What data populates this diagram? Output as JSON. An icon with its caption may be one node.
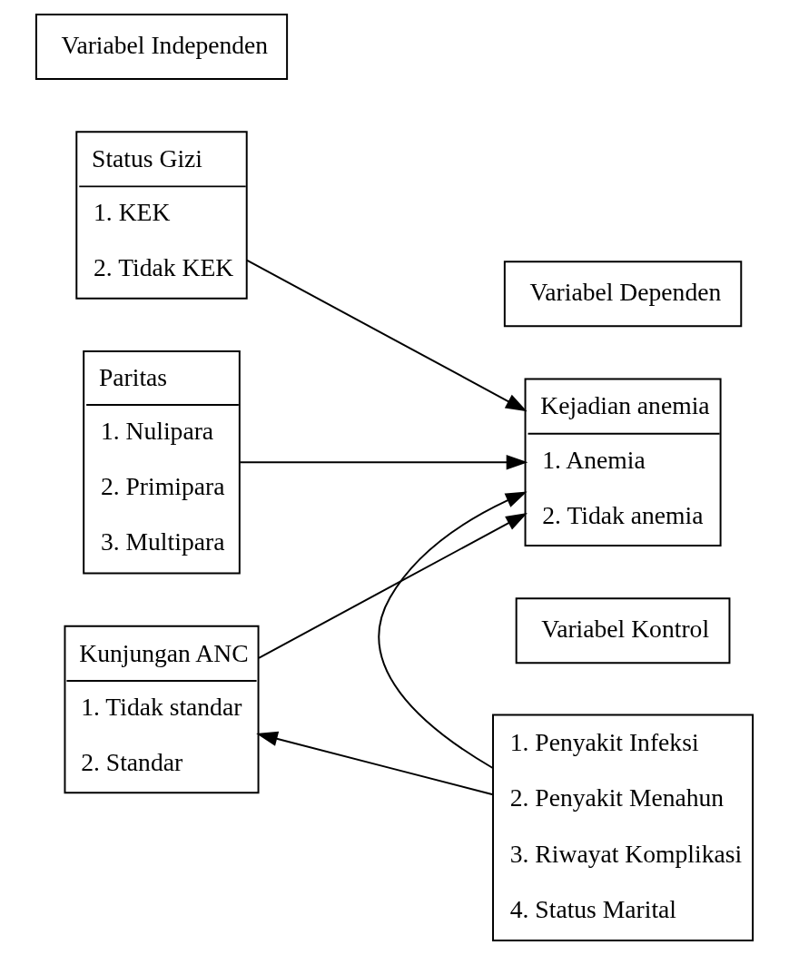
{
  "diagram": {
    "nodes": [
      {
        "text": [
          "Variabel Independen"
        ]
      },
      {
        "text": [
          "Variabel Dependen"
        ]
      },
      {
        "text": [
          "Status Gizi",
          "1. KEK",
          "2. Tidak KEK"
        ]
      },
      {
        "text": [
          "Paritas",
          "1. Nulipara",
          "2. Primipara",
          "3. Multipara"
        ]
      },
      {
        "text": [
          "Kunjungan ANC",
          "1. Tidak standar",
          "2. Standar"
        ]
      },
      {
        "text": [
          "Kejadian anemia",
          "1. Anemia",
          "2. Tidak anemia"
        ]
      },
      {
        "text": [
          "Variabel Kontrol"
        ]
      },
      {
        "text": [
          "1. Penyakit Infeksi",
          "2. Penyakit Menahun",
          "3. Riwayat Komplikasi",
          "4. Status Marital"
        ]
      }
    ],
    "edges": [
      {
        "from": 2,
        "to": 5,
        "arrow": "to"
      },
      {
        "from": 3,
        "to": 5,
        "arrow": "to"
      },
      {
        "from": 4,
        "to": 5,
        "arrow": "to"
      },
      {
        "from": 7,
        "to": 4,
        "arrow": "to"
      },
      {
        "from": 7,
        "to": 5,
        "arrow": "to"
      }
    ]
  }
}
